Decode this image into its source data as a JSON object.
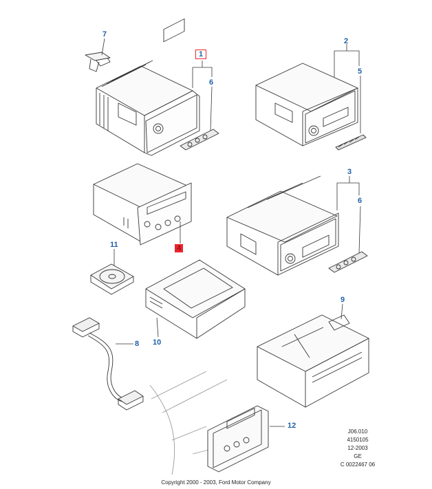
{
  "callouts": {
    "c7": "7",
    "c1": "1",
    "c6a": "6",
    "c2": "2",
    "c5": "5",
    "c4": "4",
    "c3": "3",
    "c6b": "6",
    "c11": "11",
    "c9": "9",
    "c8": "8",
    "c10": "10",
    "c12": "12"
  },
  "reference": [
    "J06.010",
    "4150105",
    "12-2003",
    "GE",
    "C 0022467 06"
  ],
  "copyright": "Copyright 2000 - 2003, Ford Motor Company",
  "colors": {
    "callout": "#1f5fa8",
    "highlight": "#e8262d",
    "line": "#333333"
  }
}
